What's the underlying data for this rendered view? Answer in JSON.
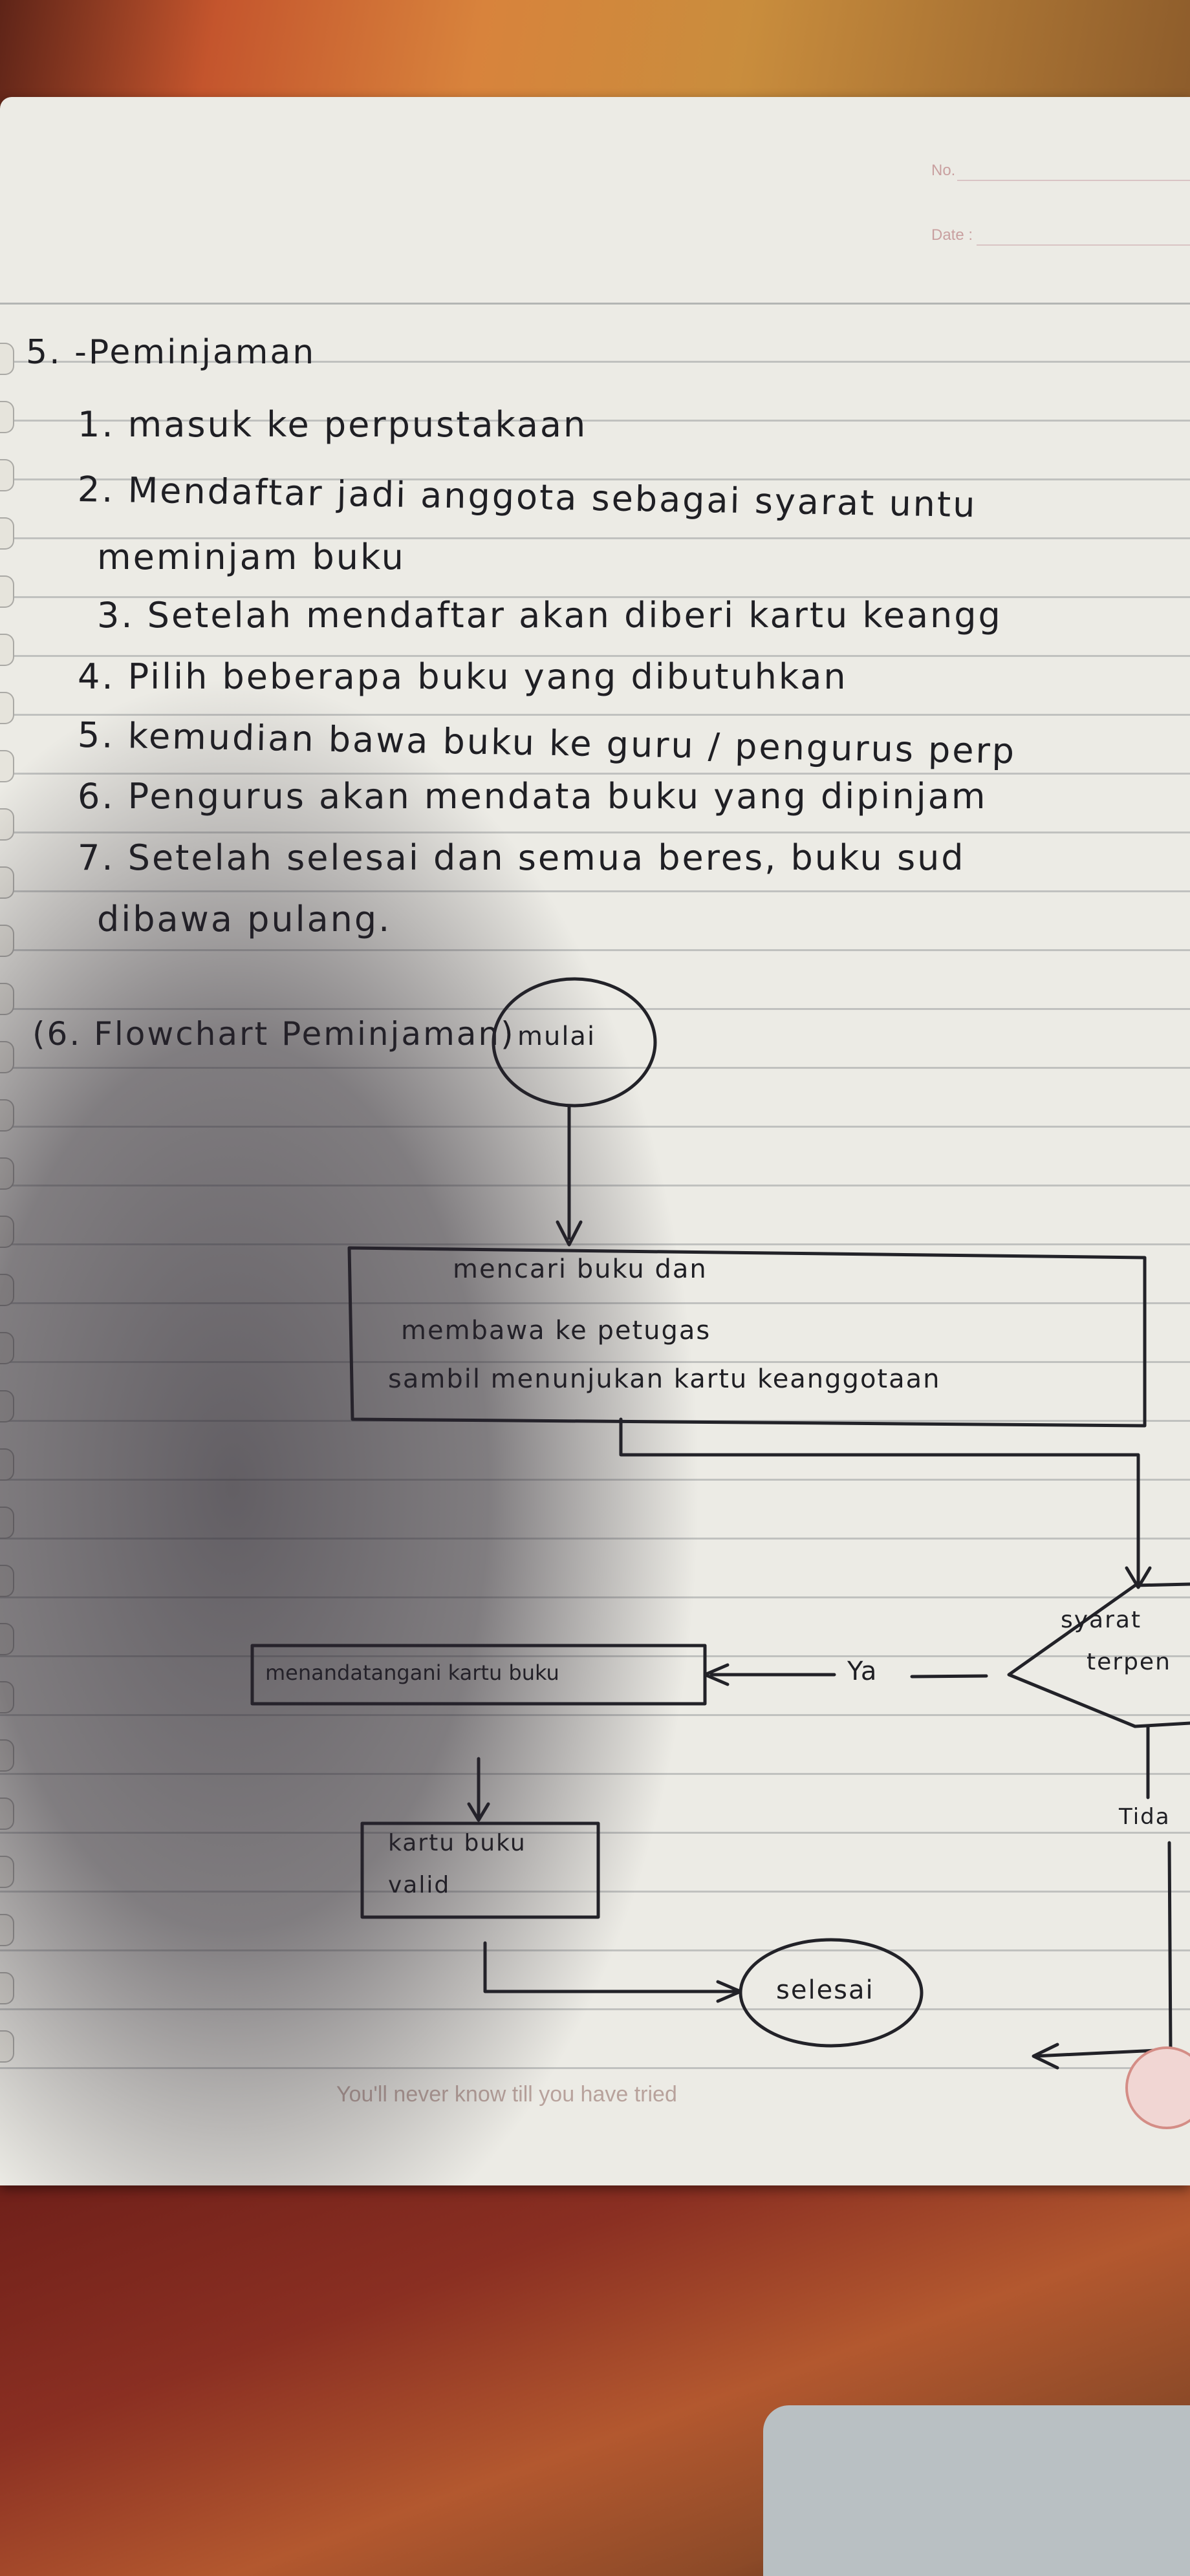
{
  "header": {
    "no_label": "No.",
    "date_label": "Date :"
  },
  "section": {
    "title": "5. -Peminjaman",
    "steps": [
      "1. masuk ke perpustakaan",
      "2. Mendaftar jadi anggota sebagai syarat untu",
      "meminjam buku",
      "3. Setelah mendaftar akan diberi kartu keangg",
      "4. Pilih beberapa buku yang dibutuhkan",
      "5. kemudian bawa buku ke guru / pengurus perp",
      "6. Pengurus akan mendata buku yang dipinjam",
      "7. Setelah selesai dan semua beres, buku sud",
      "dibawa pulang."
    ]
  },
  "flowchart": {
    "heading": "(6. Flowchart Peminjaman)",
    "start": "mulai",
    "process_lines": [
      "mencari buku dan",
      "membawa ke petugas",
      "sambil menunjukan kartu keanggotaan"
    ],
    "decision_lines": [
      "syarat",
      "terpen"
    ],
    "yes_label": "Ya",
    "no_label": "Tida",
    "sign_box": "menandatangani kartu buku",
    "valid_lines": [
      "kartu buku",
      "valid"
    ],
    "end": "selesai"
  },
  "footer": {
    "tagline": "You'll never know till you have tried"
  }
}
